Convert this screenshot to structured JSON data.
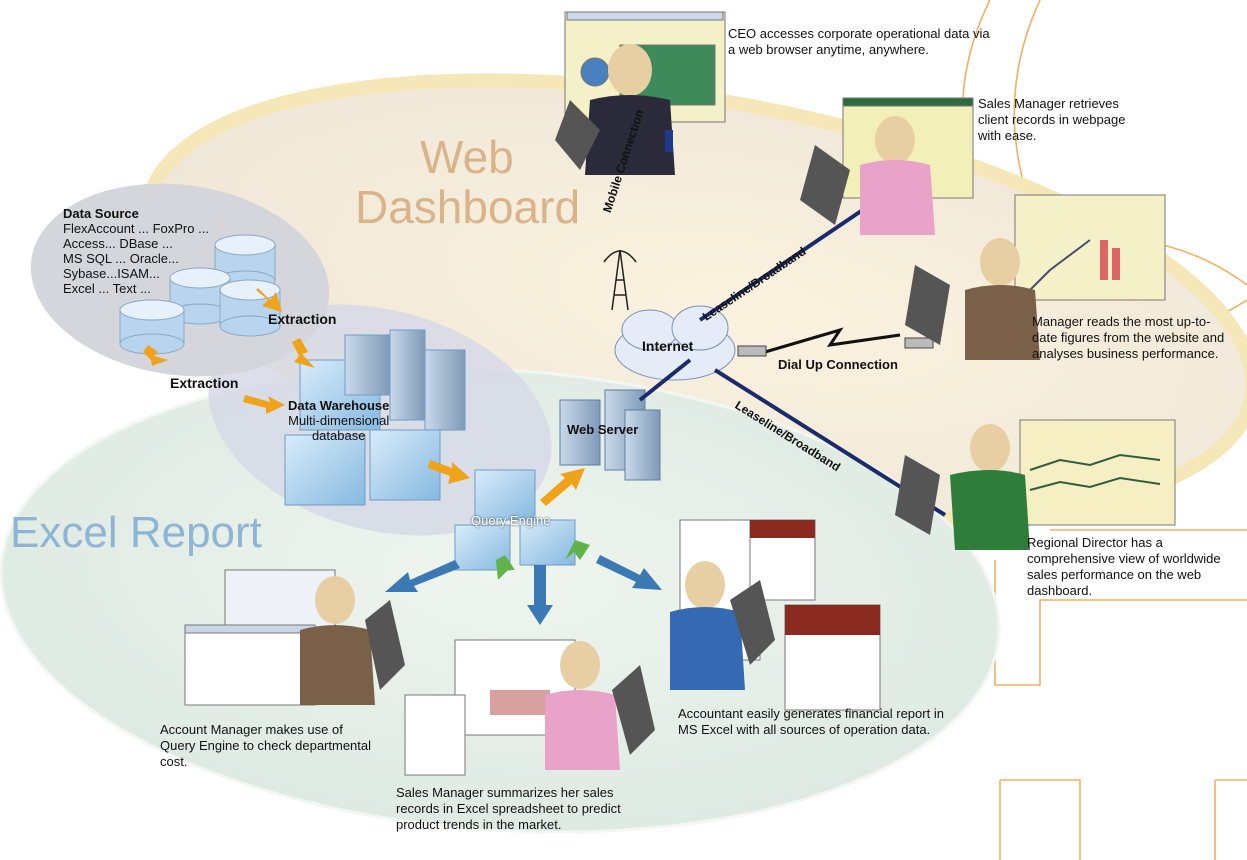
{
  "titles": {
    "web_dashboard_line1": "Web",
    "web_dashboard_line2": "Dashboard",
    "excel_report": "Excel Report"
  },
  "data_source": {
    "heading": "Data Source",
    "lines": [
      "FlexAccount ... FoxPro ...",
      "Access... DBase ...",
      "MS SQL ... Oracle...",
      "Sybase...ISAM...",
      "Excel ... Text ..."
    ]
  },
  "labels": {
    "extraction_1": "Extraction",
    "extraction_2": "Extraction",
    "data_warehouse_line1": "Data Warehouse",
    "data_warehouse_line2": "Multi-dimensional",
    "data_warehouse_line3": "database",
    "query_engine": "Query Engine",
    "web_server": "Web Server",
    "internet": "Internet",
    "mobile_connection": "Mobile Connection",
    "leaseline_1": "Leaseline/Broadband",
    "leaseline_2": "Leaseline/Broadband",
    "dial_up": "Dial Up Connection"
  },
  "captions": {
    "ceo": "CEO accesses corporate operational data via a web browser anytime, anywhere.",
    "sales_manager_web": "Sales Manager retrieves client records in webpage with ease.",
    "manager": "Manager reads the most up-to-date figures from the website and analyses business performance.",
    "regional_director": "Regional Director has a comprehensive view of worldwide sales performance on the web dashboard.",
    "account_manager": "Account Manager makes use of Query Engine to check departmental cost.",
    "sales_manager_excel": "Sales Manager summarizes her sales records in Excel spreadsheet to predict product trends in the market.",
    "accountant": "Accountant easily generates financial report in MS Excel with all sources of operation data."
  },
  "colors": {
    "web_title": "#d9b48a",
    "excel_title": "#8fb5d6",
    "network_line": "#1b2a6b",
    "arrow_orange": "#f0a21a",
    "arrow_blue": "#3a79b4"
  }
}
